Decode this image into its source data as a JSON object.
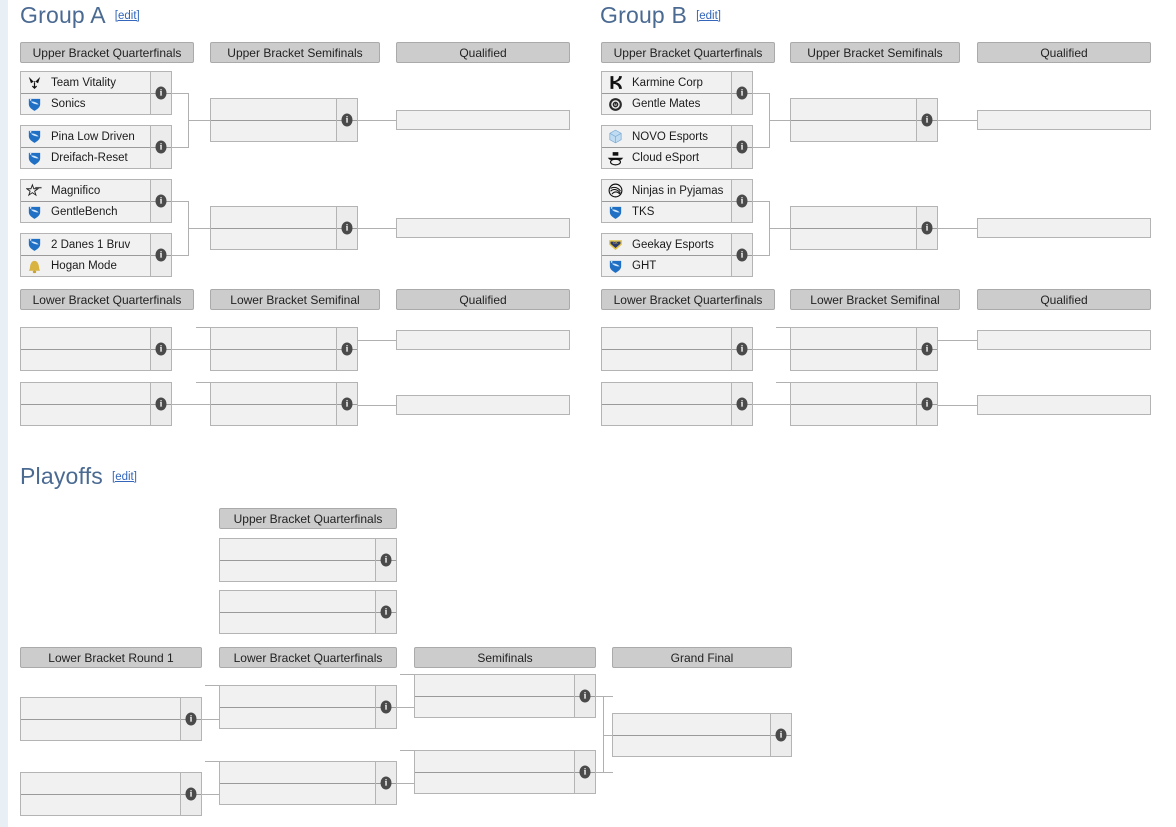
{
  "page": {
    "background": "#ffffff",
    "accent_heading_color": "#4a6a92",
    "link_color": "#3366bb",
    "header_pill_color": "#cccccc",
    "match_box_color": "#f1f1f1"
  },
  "sections": [
    {
      "id": "group-a",
      "title": "Group A",
      "edit_label": "[edit]",
      "rounds": [
        {
          "id": "ga-ubqf",
          "label": "Upper Bracket Quarterfinals"
        },
        {
          "id": "ga-ubsf",
          "label": "Upper Bracket Semifinals"
        },
        {
          "id": "ga-uq",
          "label": "Qualified"
        },
        {
          "id": "ga-lbqf",
          "label": "Lower Bracket Quarterfinals"
        },
        {
          "id": "ga-lbsf",
          "label": "Lower Bracket Semifinal"
        },
        {
          "id": "ga-lq",
          "label": "Qualified"
        }
      ],
      "matches": [
        {
          "id": "ga-ubqf-1",
          "teams": [
            {
              "name": "Team Vitality",
              "logo": "vitality-bee-logo"
            },
            {
              "name": "Sonics",
              "logo": "blue-shield-logo"
            }
          ]
        },
        {
          "id": "ga-ubqf-2",
          "teams": [
            {
              "name": "Pina Low Driven",
              "logo": "blue-shield-logo"
            },
            {
              "name": "Dreifach-Reset",
              "logo": "blue-shield-logo"
            }
          ]
        },
        {
          "id": "ga-ubqf-3",
          "teams": [
            {
              "name": "Magnifico",
              "logo": "star-outline-logo"
            },
            {
              "name": "GentleBench",
              "logo": "blue-shield-logo"
            }
          ]
        },
        {
          "id": "ga-ubqf-4",
          "teams": [
            {
              "name": "2 Danes 1 Bruv",
              "logo": "blue-shield-logo"
            },
            {
              "name": "Hogan Mode",
              "logo": "gold-bell-logo"
            }
          ]
        }
      ]
    },
    {
      "id": "group-b",
      "title": "Group B",
      "edit_label": "[edit]",
      "rounds": [
        {
          "id": "gb-ubqf",
          "label": "Upper Bracket Quarterfinals"
        },
        {
          "id": "gb-ubsf",
          "label": "Upper Bracket Semifinals"
        },
        {
          "id": "gb-uq",
          "label": "Qualified"
        },
        {
          "id": "gb-lbqf",
          "label": "Lower Bracket Quarterfinals"
        },
        {
          "id": "gb-lbsf",
          "label": "Lower Bracket Semifinal"
        },
        {
          "id": "gb-lq",
          "label": "Qualified"
        }
      ],
      "matches": [
        {
          "id": "gb-ubqf-1",
          "teams": [
            {
              "name": "Karmine Corp",
              "logo": "karmine-k-logo"
            },
            {
              "name": "Gentle Mates",
              "logo": "round-crest-logo"
            }
          ]
        },
        {
          "id": "gb-ubqf-2",
          "teams": [
            {
              "name": "NOVO Esports",
              "logo": "cube-logo"
            },
            {
              "name": "Cloud eSport",
              "logo": "winged-logo"
            }
          ]
        },
        {
          "id": "gb-ubqf-3",
          "teams": [
            {
              "name": "Ninjas in Pyjamas",
              "logo": "nip-logo"
            },
            {
              "name": "TKS",
              "logo": "blue-shield-logo"
            }
          ]
        },
        {
          "id": "gb-ubqf-4",
          "teams": [
            {
              "name": "Geekay Esports",
              "logo": "geekay-logo"
            },
            {
              "name": "GHT",
              "logo": "blue-shield-logo"
            }
          ]
        }
      ]
    },
    {
      "id": "playoffs",
      "title": "Playoffs",
      "edit_label": "[edit]",
      "rounds": [
        {
          "id": "po-ubqf",
          "label": "Upper Bracket Quarterfinals"
        },
        {
          "id": "po-lbr1",
          "label": "Lower Bracket Round 1"
        },
        {
          "id": "po-lbqf",
          "label": "Lower Bracket Quarterfinals"
        },
        {
          "id": "po-sf",
          "label": "Semifinals"
        },
        {
          "id": "po-gf",
          "label": "Grand Final"
        }
      ],
      "matches": []
    }
  ],
  "icons": {
    "info": "i"
  }
}
